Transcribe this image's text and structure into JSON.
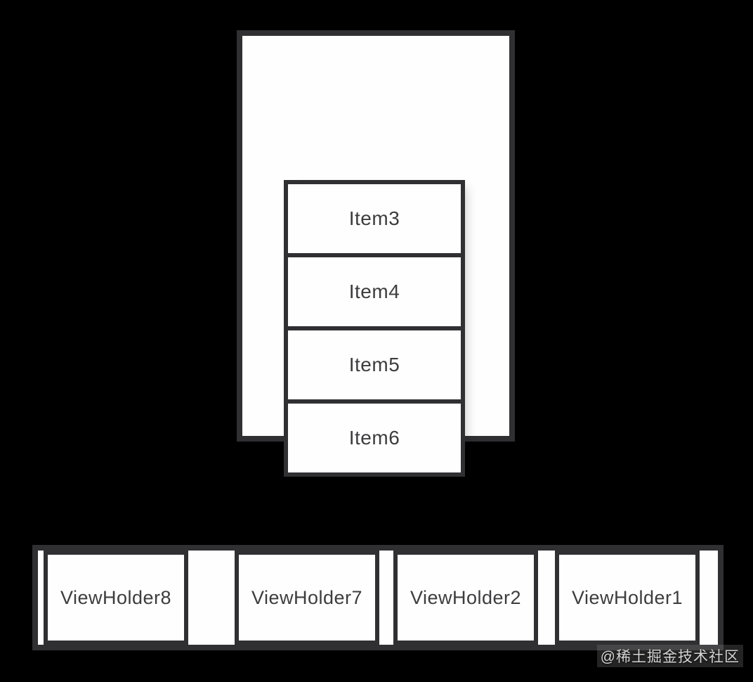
{
  "colors": {
    "background": "#000000",
    "box_border": "#303033",
    "box_fill": "#fefefe",
    "label_text": "#3d3d3f",
    "watermark_text": "#d4d4d4"
  },
  "viewport": {
    "description_items": [
      {
        "label": "Item3"
      },
      {
        "label": "Item4"
      },
      {
        "label": "Item5"
      },
      {
        "label": "Item6"
      }
    ]
  },
  "pool": {
    "viewholders": [
      {
        "label": "ViewHolder8"
      },
      {
        "label": "ViewHolder7"
      },
      {
        "label": "ViewHolder2"
      },
      {
        "label": "ViewHolder1"
      }
    ]
  },
  "watermark": {
    "text": "@稀土掘金技术社区"
  }
}
